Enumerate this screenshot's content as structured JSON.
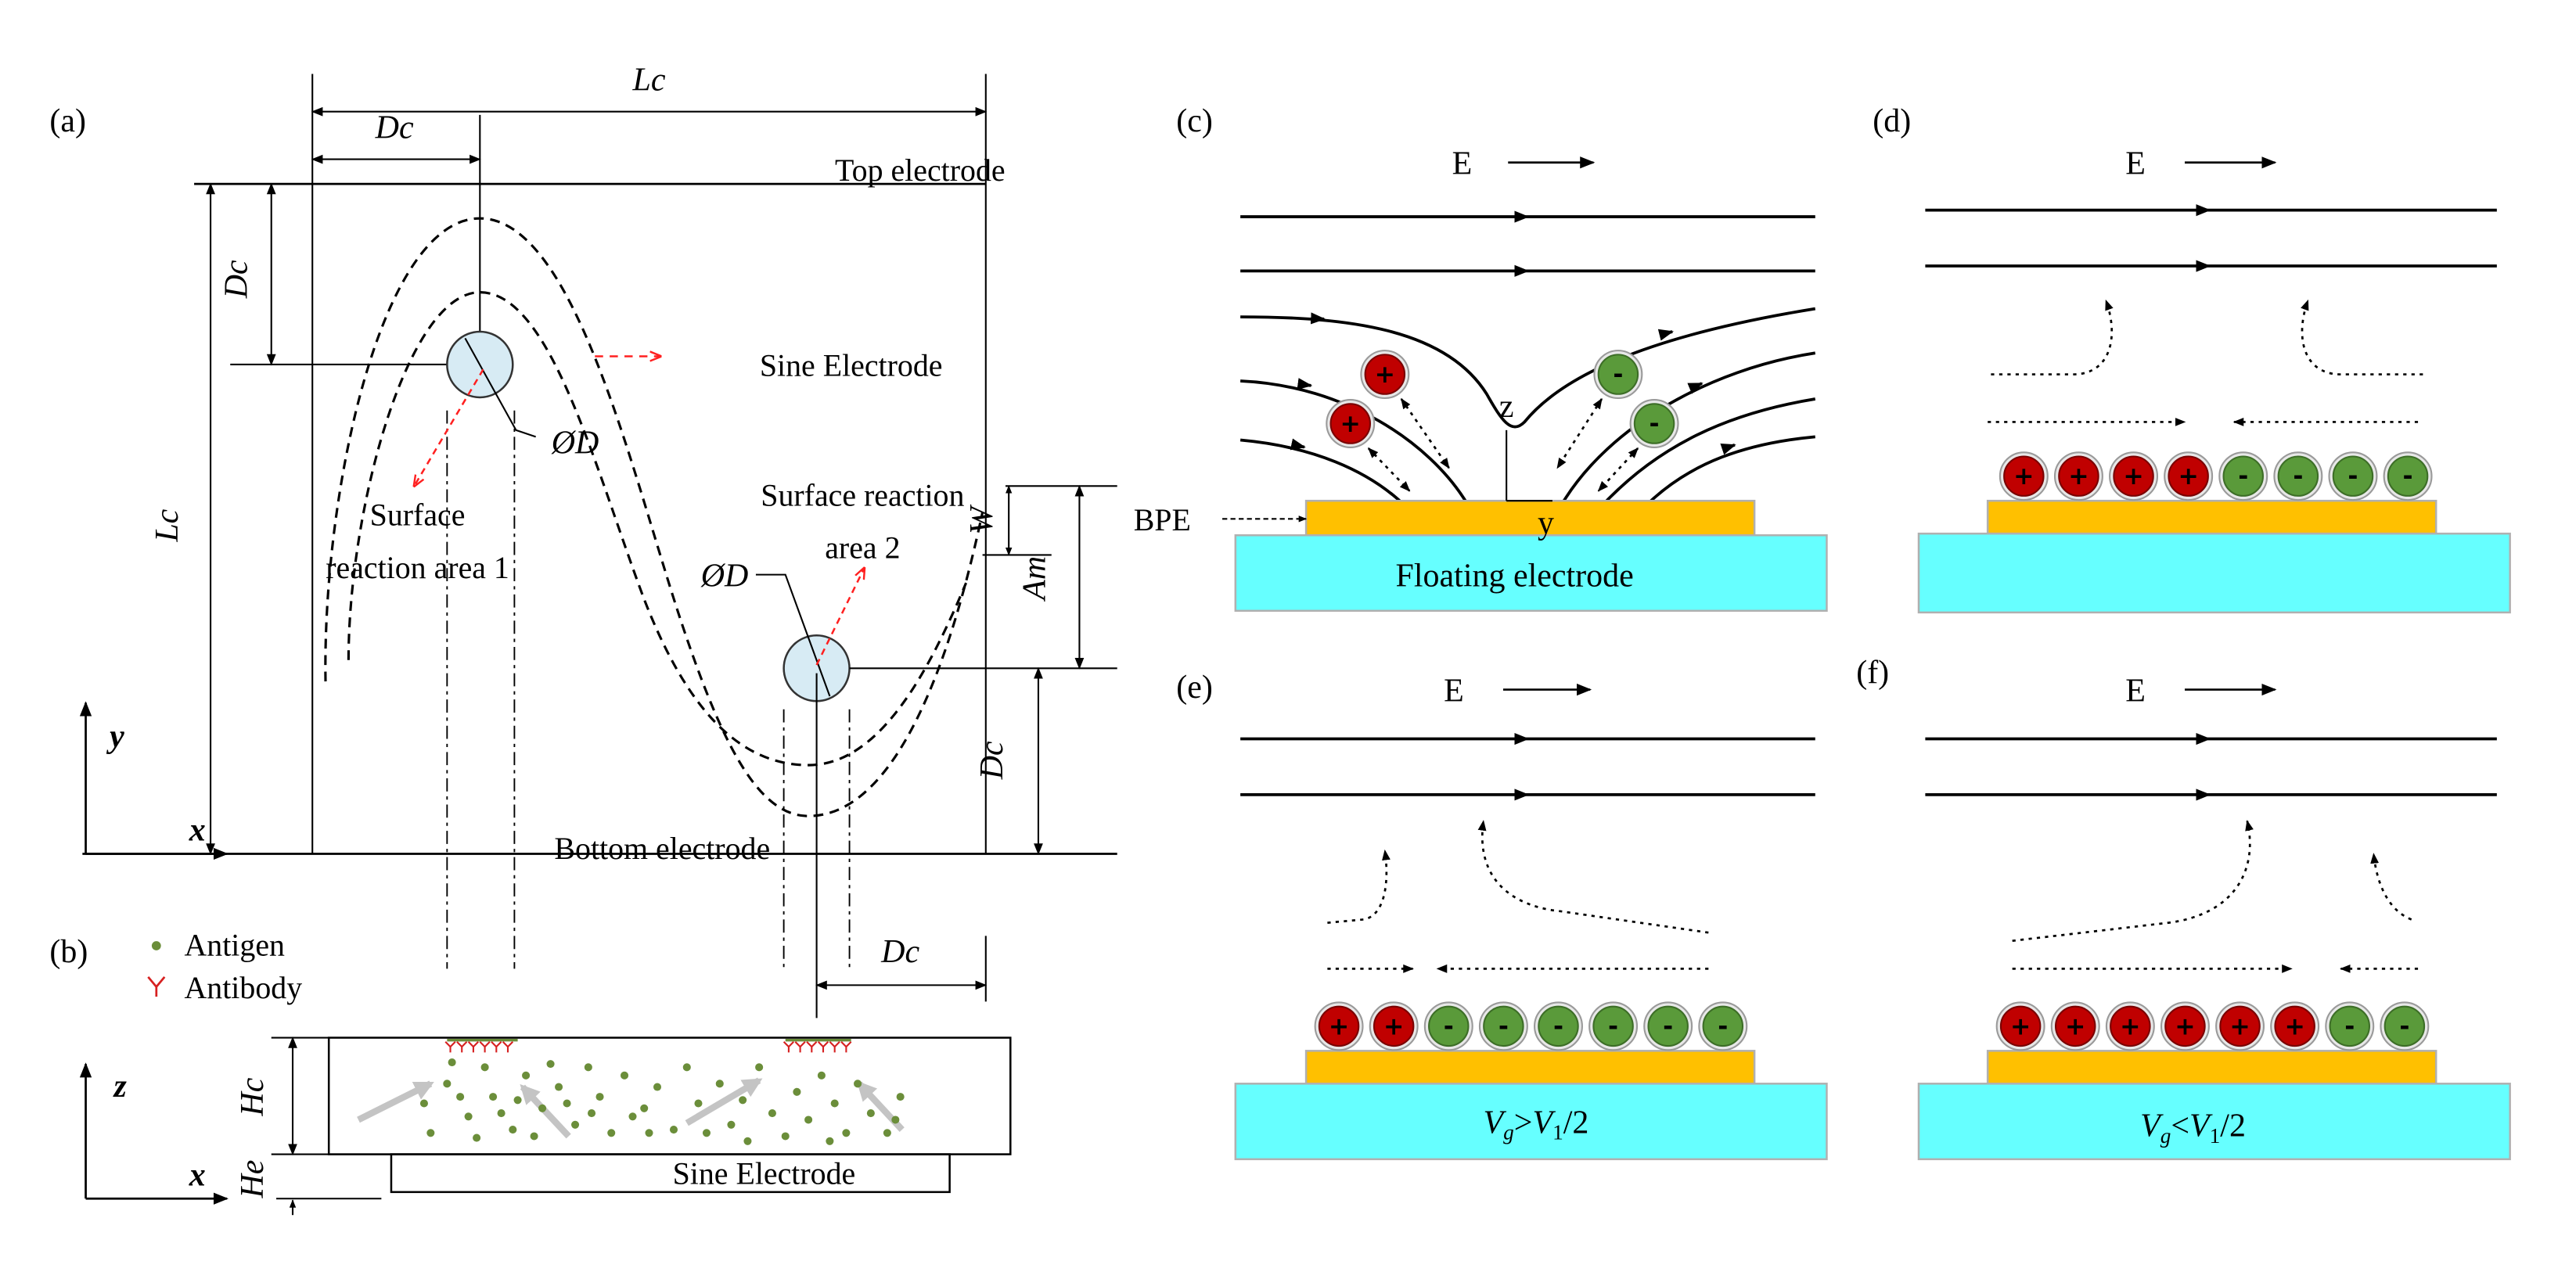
{
  "colors": {
    "label_red": "#ff2020",
    "positive_charge": "#c00000",
    "negative_charge": "#5a9a3a",
    "bpe_gold": "#ffc000",
    "floating_electrode_cyan": "#66ffff",
    "reaction_area_fill": "#d7ebf4",
    "antigen_green": "#6b8e3a",
    "antibody_red": "#d62020",
    "flow_arrow_gray": "#c4c4c4"
  },
  "panel_a": {
    "label": "(a)",
    "dim_lc_top": "Lc",
    "dim_dc_top": "Dc",
    "dim_dc_left": "Dc",
    "dim_lc_left": "Lc",
    "top_electrode": "Top electrode",
    "sine_electrode": "Sine Electrode",
    "diameter_1": "ØD",
    "diameter_2": "ØD",
    "area1_line1": "Surface",
    "area1_line2": "reaction area 1",
    "area2_line1": "Surface reaction",
    "area2_line2": "area 2",
    "dim_w": "W",
    "dim_am": "Am",
    "dim_dc_right": "Dc",
    "dim_dc_bottom": "Dc",
    "bottom_electrode": "Bottom electrode",
    "axis_y": "y",
    "axis_x": "x"
  },
  "panel_b": {
    "label": "(b)",
    "legend_antigen": "Antigen",
    "legend_antibody": "Antibody",
    "dim_hc": "Hc",
    "dim_he": "He",
    "sine_electrode": "Sine Electrode",
    "axis_z": "z",
    "axis_x": "x"
  },
  "panel_c": {
    "label": "(c)",
    "field": "E",
    "bpe": "BPE",
    "floating_electrode": "Floating electrode",
    "axis_z": "z",
    "axis_y": "y",
    "charges": [
      "+",
      "+",
      "-",
      "-"
    ]
  },
  "panel_d": {
    "label": "(d)",
    "field": "E",
    "charges": [
      "+",
      "+",
      "+",
      "+",
      "-",
      "-",
      "-",
      "-"
    ]
  },
  "panel_e": {
    "label": "(e)",
    "field": "E",
    "charges": [
      "+",
      "+",
      "-",
      "-",
      "-",
      "-",
      "-",
      "-"
    ],
    "condition": {
      "v": "V",
      "sub_g": "g",
      "op": ">",
      "v1": "V",
      "sub_1": "1",
      "tail": "/2"
    }
  },
  "panel_f": {
    "label": "(f)",
    "field": "E",
    "charges": [
      "+",
      "+",
      "+",
      "+",
      "+",
      "+",
      "-",
      "-"
    ],
    "condition": {
      "v": "V",
      "sub_g": "g",
      "op": "<",
      "v1": "V",
      "sub_1": "1",
      "tail": "/2"
    }
  }
}
